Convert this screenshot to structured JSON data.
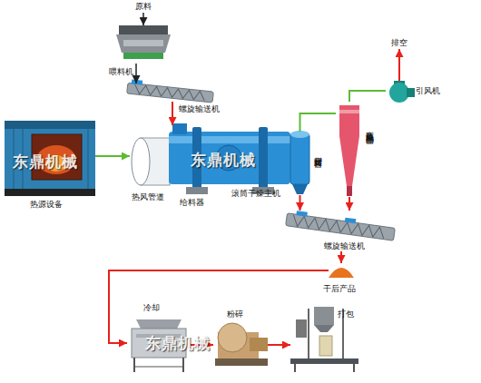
{
  "diagram": {
    "nodes": [
      {
        "text": [
          "原料"
        ]
      },
      {
        "text": [
          "喂料机"
        ]
      },
      {
        "text": [
          "螺旋输送机"
        ]
      },
      {
        "text": [
          "热源设备"
        ]
      },
      {
        "text": [
          "热风管道"
        ]
      },
      {
        "text": [
          "滚筒干燥主机"
        ]
      },
      {
        "text": [
          "密封排料器"
        ]
      },
      {
        "text": [
          "高效旋风除尘器"
        ]
      },
      {
        "text": [
          "引风机"
        ]
      },
      {
        "text": [
          "排空"
        ]
      },
      {
        "text": [
          "螺旋输送机"
        ]
      },
      {
        "text": [
          "干后产品"
        ]
      },
      {
        "text": [
          "冷却"
        ]
      },
      {
        "text": [
          "粉碎"
        ]
      },
      {
        "text": [
          "打包"
        ]
      }
    ],
    "edges": [
      {
        "from": 0,
        "to": 1,
        "arrow": "to"
      },
      {
        "from": 1,
        "to": 2,
        "arrow": "to"
      },
      {
        "from": 2,
        "to": 5,
        "arrow": "to"
      },
      {
        "from": 3,
        "to": 4,
        "arrow": "to"
      },
      {
        "from": 6,
        "to": 7,
        "arrow": "none"
      },
      {
        "from": 7,
        "to": 8,
        "arrow": "none"
      },
      {
        "from": 8,
        "to": 9,
        "arrow": "to"
      },
      {
        "from": 6,
        "to": 10,
        "arrow": "to"
      },
      {
        "from": 7,
        "to": 10,
        "arrow": "to"
      },
      {
        "from": 10,
        "to": 11,
        "arrow": "to"
      },
      {
        "from": 11,
        "to": 12,
        "arrow": "to"
      },
      {
        "from": 12,
        "to": 13,
        "arrow": "to"
      },
      {
        "from": 13,
        "to": 14,
        "arrow": "to"
      }
    ],
    "labels": [
      "给料器",
      "东鼎机械",
      "东鼎机械",
      "东鼎机械"
    ]
  }
}
